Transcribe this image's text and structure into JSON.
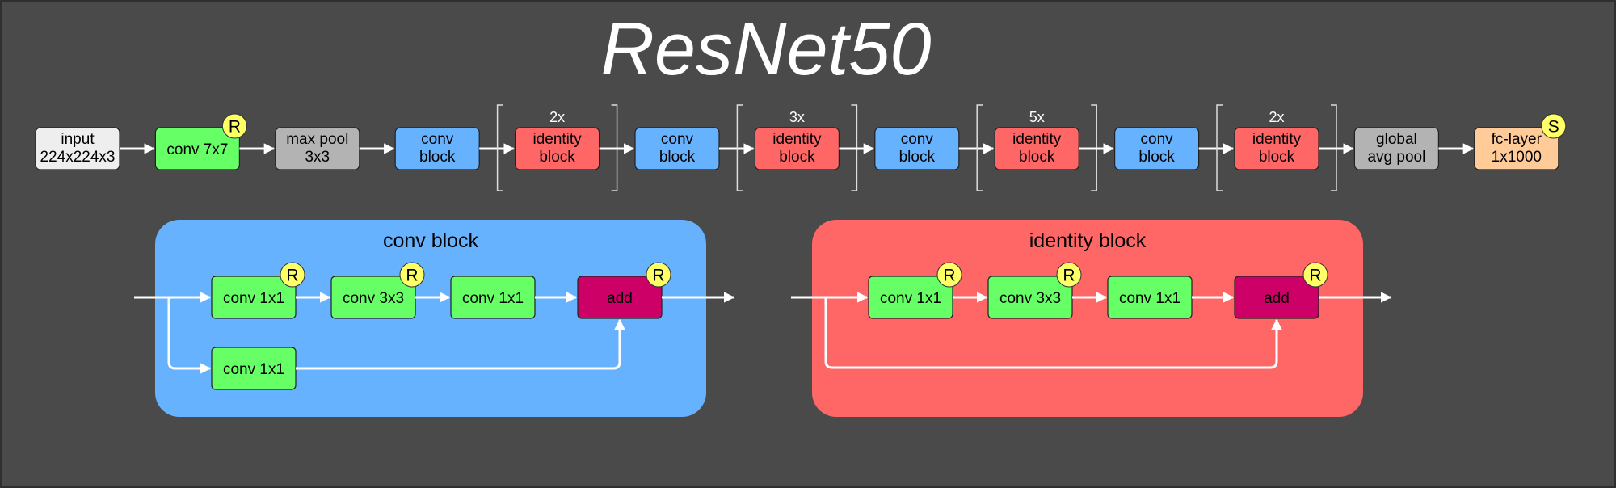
{
  "title": "ResNet50",
  "pipeline": [
    {
      "lines": [
        "input",
        "224x224x3"
      ],
      "color": "#eeeeee"
    },
    {
      "lines": [
        "conv 7x7"
      ],
      "color": "#66ff66",
      "badge": "R"
    },
    {
      "lines": [
        "max pool",
        "3x3"
      ],
      "color": "#b3b3b3"
    },
    {
      "lines": [
        "conv",
        "block"
      ],
      "color": "#66b2ff"
    },
    {
      "lines": [
        "identity",
        "block"
      ],
      "color": "#ff6666",
      "repeat": "2x"
    },
    {
      "lines": [
        "conv",
        "block"
      ],
      "color": "#66b2ff"
    },
    {
      "lines": [
        "identity",
        "block"
      ],
      "color": "#ff6666",
      "repeat": "3x"
    },
    {
      "lines": [
        "conv",
        "block"
      ],
      "color": "#66b2ff"
    },
    {
      "lines": [
        "identity",
        "block"
      ],
      "color": "#ff6666",
      "repeat": "5x"
    },
    {
      "lines": [
        "conv",
        "block"
      ],
      "color": "#66b2ff"
    },
    {
      "lines": [
        "identity",
        "block"
      ],
      "color": "#ff6666",
      "repeat": "2x"
    },
    {
      "lines": [
        "global",
        "avg pool"
      ],
      "color": "#b3b3b3"
    },
    {
      "lines": [
        "fc-layer",
        "1x1000"
      ],
      "color": "#ffcc99",
      "badge": "S"
    }
  ],
  "conv_block": {
    "title": "conv block",
    "color": "#66b2ff",
    "main": [
      {
        "label": "conv 1x1",
        "badge": "R"
      },
      {
        "label": "conv 3x3",
        "badge": "R"
      },
      {
        "label": "conv 1x1"
      },
      {
        "label": "add",
        "badge": "R"
      }
    ],
    "shortcut": {
      "label": "conv 1x1"
    }
  },
  "identity_block": {
    "title": "identity block",
    "color": "#ff6666",
    "main": [
      {
        "label": "conv 1x1",
        "badge": "R"
      },
      {
        "label": "conv 3x3",
        "badge": "R"
      },
      {
        "label": "conv 1x1"
      },
      {
        "label": "add",
        "badge": "R"
      }
    ]
  },
  "colors": {
    "background": "#4a4a4a",
    "conv": "#66ff66",
    "add": "#cc0066",
    "badge": "#ffff66"
  }
}
